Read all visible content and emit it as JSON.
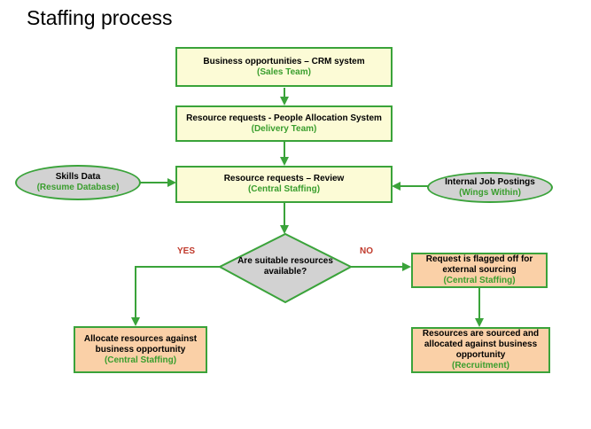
{
  "title": "Staffing process",
  "nodes": {
    "crm": {
      "label": "Business opportunities – CRM system",
      "sub": "(Sales Team)"
    },
    "pas": {
      "label": "Resource requests  - People Allocation System",
      "sub": "(Delivery Team)"
    },
    "review": {
      "label": "Resource requests – Review",
      "sub": "(Central Staffing)"
    },
    "skills": {
      "label": "Skills Data",
      "sub": "(Resume Database)"
    },
    "ijp": {
      "label": "Internal Job Postings",
      "sub": "(Wings Within)"
    },
    "decision": {
      "label": "Are suitable resources available?"
    },
    "allocate": {
      "label": "Allocate resources against business opportunity",
      "sub": "(Central Staffing)"
    },
    "flagged": {
      "label": "Request is flagged off for external sourcing",
      "sub": "(Central Staffing)"
    },
    "sourced": {
      "label": "Resources are sourced and allocated against business opportunity",
      "sub": "(Recruitment)"
    }
  },
  "edge_labels": {
    "yes": "YES",
    "no": "NO"
  },
  "colors": {
    "border": "#3aa33a",
    "box_yellow": "#fcfbd6",
    "box_orange": "#fad0a7",
    "ellipse": "#d2d2d2",
    "sub_text": "#3a9e2e",
    "edge_label": "#c0392b"
  }
}
